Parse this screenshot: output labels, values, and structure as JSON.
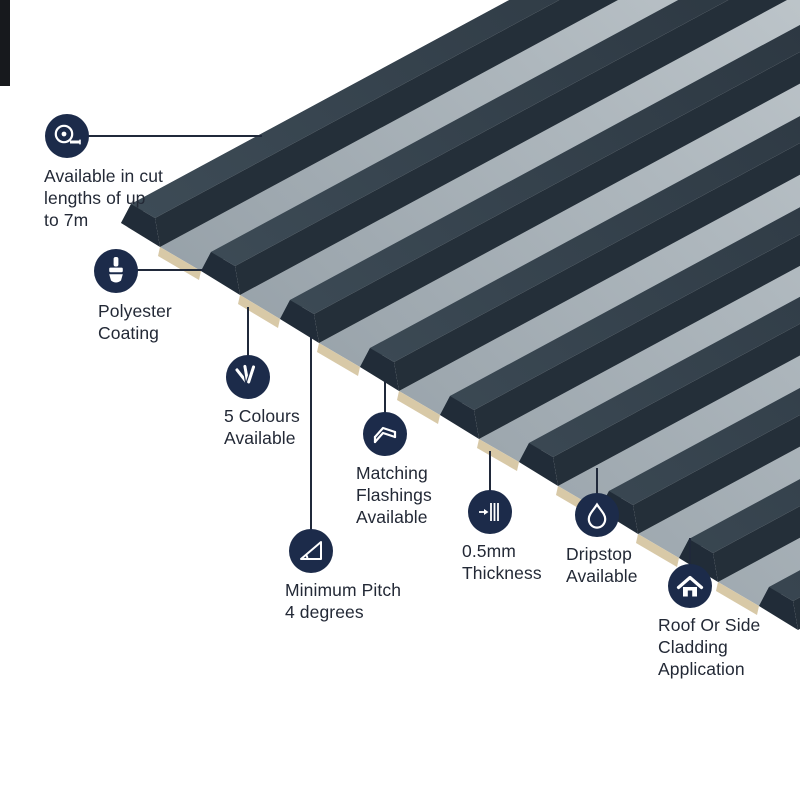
{
  "colors": {
    "background": "#ffffff",
    "icon_circle_navy": "#1c2b4a",
    "icon_glyph": "#ffffff",
    "text": "#232936",
    "connector_line": "#20293a",
    "sheet_rib_dark": "#3f4d58",
    "sheet_pan_light": "#aeb7bd",
    "sheet_front_face": "#212c38",
    "sheet_cut_edge_tan": "#d8c9a7",
    "corner_strip": "#17191d"
  },
  "callouts": [
    {
      "icon": "tape-measure-icon",
      "label": "Available in cut lengths of up to 7m",
      "lines": [
        "Available in cut",
        "lengths of up",
        "to 7m"
      ]
    },
    {
      "icon": "paint-brush-icon",
      "label": "Polyester Coating",
      "lines": [
        "Polyester",
        "Coating"
      ]
    },
    {
      "icon": "colour-fan-icon",
      "label": "5 Colours Available",
      "lines": [
        "5 Colours",
        "Available"
      ]
    },
    {
      "icon": "flashing-icon",
      "label": "Matching Flashings Available",
      "lines": [
        "Matching",
        "Flashings",
        "Available"
      ]
    },
    {
      "icon": "pitch-angle-icon",
      "label": "Minimum Pitch 4 degrees",
      "lines": [
        "Minimum Pitch",
        "4 degrees"
      ]
    },
    {
      "icon": "thickness-icon",
      "label": "0.5mm Thickness",
      "lines": [
        "0.5mm",
        "Thickness"
      ]
    },
    {
      "icon": "droplet-icon",
      "label": "Dripstop Available",
      "lines": [
        "Dripstop",
        "Available"
      ]
    },
    {
      "icon": "house-icon",
      "label": "Roof Or Side Cladding Application",
      "lines": [
        "Roof Or Side",
        "Cladding",
        "Application"
      ]
    }
  ]
}
